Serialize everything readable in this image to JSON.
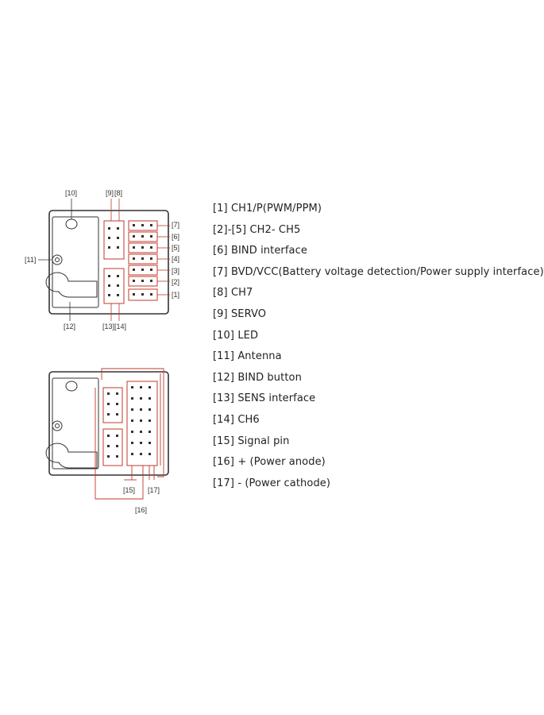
{
  "callouts_top": {
    "c10": "[10]",
    "c9": "[9]",
    "c8": "[8]",
    "c11": "[11]",
    "c12": "[12]",
    "c13": "[13]",
    "c14": "[14]",
    "c7": "[7]",
    "c6": "[6]",
    "c5": "[5]",
    "c4": "[4]",
    "c3": "[3]",
    "c2": "[2]",
    "c1": "[1]"
  },
  "callouts_bottom": {
    "c15": "[15]",
    "c16": "[16]",
    "c17": "[17]"
  },
  "legend": [
    "[1] CH1/P(PWM/PPM)",
    "[2]-[5] CH2- CH5",
    "[6] BIND interface",
    "[7] BVD/VCC(Battery voltage detection/Power supply interface)",
    "[8] CH7",
    "[9] SERVO",
    "[10] LED",
    "[11]  Antenna",
    "[12] BIND button",
    "[13] SENS interface",
    "[14] CH6",
    "[15] Signal pin",
    "[16]  + (Power anode)",
    "[17]  - (Power cathode)"
  ],
  "colors": {
    "outline": "#333333",
    "accent": "#c0392b"
  }
}
